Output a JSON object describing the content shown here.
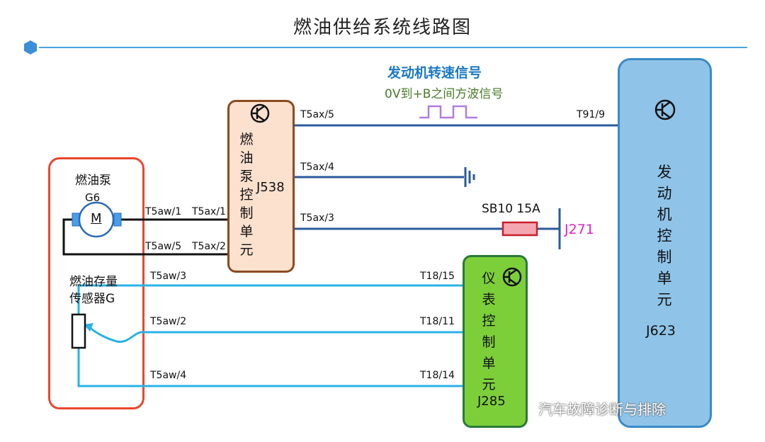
{
  "title": "燃油供给系统线路图",
  "signal": {
    "name": "发动机转速信号",
    "desc": "0V到+B之间方波信号"
  },
  "colors": {
    "header_line": "#4aa3df",
    "dark_wire": "#2a5a9a",
    "light_wire": "#29b2e6",
    "pump_box_border": "#e8472e",
    "j538_fill": "#fde1cf",
    "j538_border": "#8a4a20",
    "j285_fill": "#7dcf3a",
    "j285_border": "#2a7a3a",
    "j623_fill": "#8fc4e8",
    "j623_border": "#3a8ac8",
    "square_wave": "#b07de0",
    "fuse_fill": "#f4a7b0",
    "fuse_border": "#c81e2c",
    "j271_text": "#e020c8"
  },
  "components": {
    "pump_group": {
      "pump_label": "燃油泵",
      "motor_id": "G6",
      "motor_symbol": "M",
      "sender_label_line1": "燃油存量",
      "sender_label_line2": "传感器G"
    },
    "j538": {
      "chars": [
        "燃",
        "油",
        "泵",
        "控",
        "制",
        "单",
        "元"
      ],
      "id": "J538"
    },
    "j285": {
      "chars": [
        "仪",
        "表",
        "控",
        "制",
        "单",
        "元"
      ],
      "id": "J285"
    },
    "j623": {
      "chars": [
        "发",
        "动",
        "机",
        "控",
        "制",
        "单",
        "元"
      ],
      "id": "J623"
    },
    "fuse": {
      "label": "SB10 15A"
    },
    "relay": {
      "id": "J271"
    }
  },
  "pins": {
    "t5aw_1": "T5aw/1",
    "t5ax_1": "T5ax/1",
    "t5aw_5": "T5aw/5",
    "t5ax_2": "T5ax/2",
    "t5ax_5": "T5ax/5",
    "t5ax_4": "T5ax/4",
    "t5ax_3": "T5ax/3",
    "t91_9": "T91/9",
    "t5aw_3": "T5aw/3",
    "t18_15": "T18/15",
    "t5aw_2": "T5aw/2",
    "t18_11": "T18/11",
    "t5aw_4": "T5aw/4",
    "t18_14": "T18/14"
  },
  "watermark": "汽车故障诊断与排除"
}
